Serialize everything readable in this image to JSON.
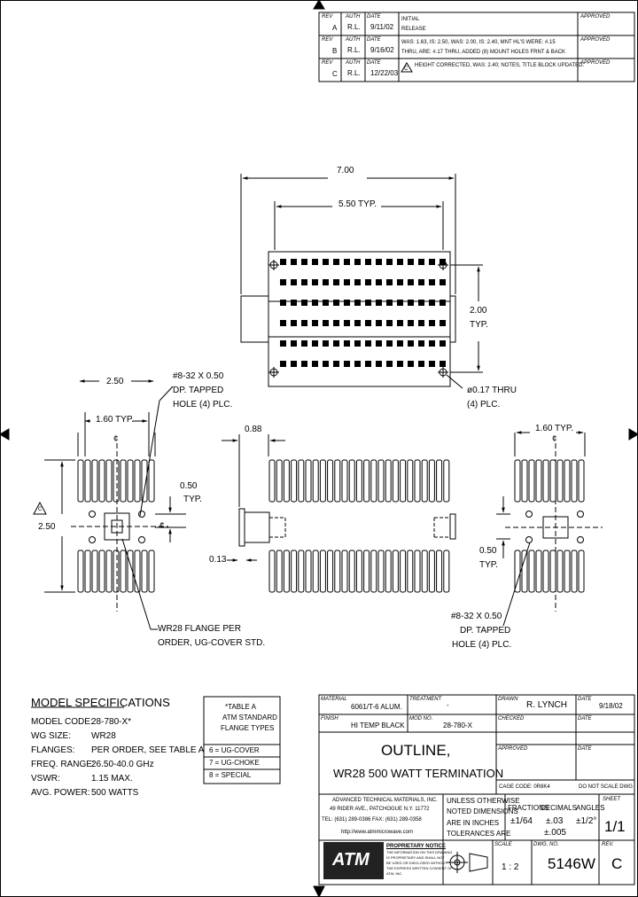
{
  "revisions": {
    "headers": {
      "rev": "REV",
      "auth": "AUTH",
      "date": "DATE",
      "approved": "APPROVED"
    },
    "rows": [
      {
        "rev": "A",
        "auth": "R.L.",
        "date": "9/11/02",
        "desc1": "INITIAL",
        "desc2": "RELEASE"
      },
      {
        "rev": "B",
        "auth": "R.L.",
        "date": "9/16/02",
        "desc1": "WAS: 1.63, IS: 2.50,  WAS: 2.00, IS: 2.40, MNT HL'S WERE: #.15",
        "desc2": "THRU,  ARE: #.17 THRU, ADDED (8) MOUNT HOLES FRNT & BACK"
      },
      {
        "rev": "C",
        "auth": "R.L.",
        "date": "12/22/03",
        "desc1": "HEIGHT CORRECTED, WAS: 2.40; NOTES, TITLE BLOCK UPDATED.",
        "desc2": ""
      }
    ],
    "rev_c_marker": "C"
  },
  "dimensions": {
    "top_overall": "7.00",
    "top_typ": "5.50  TYP.",
    "top_height": "2.00",
    "top_height_typ": "TYP.",
    "thru_hole_1": "ø0.17 THRU",
    "thru_hole_2": "(4) PLC.",
    "left_width": "2.50",
    "left_typ": "1.60  TYP.",
    "tap_1": "#8-32 X 0.50",
    "tap_2": "DP. TAPPED",
    "tap_3": "HOLE (4) PLC.",
    "left_half": "0.50",
    "left_half_typ": "TYP.",
    "left_height": "2.50",
    "height_marker": "C",
    "center_mark": "¢",
    "flange_1": "WR28 FLANGE PER",
    "flange_2": "ORDER, UG-COVER STD.",
    "side_offset": "0.88",
    "side_thick": "0.13",
    "right_typ": "1.60  TYP.",
    "right_half": "0.50",
    "right_half_typ": "TYP.",
    "rtap_1": "#8-32 X 0.50",
    "rtap_2": "DP. TAPPED",
    "rtap_3": "HOLE (4) PLC."
  },
  "model_specs": {
    "title": "MODEL SPECIFICATIONS",
    "rows": [
      {
        "label": "MODEL CODE:",
        "value": "28-780-X*"
      },
      {
        "label": "WG SIZE:",
        "value": "WR28"
      },
      {
        "label": "FLANGES:",
        "value": "PER ORDER, SEE TABLE A"
      },
      {
        "label": "FREQ. RANGE:",
        "value": "26.50-40.0 GHz"
      },
      {
        "label": "VSWR:",
        "value": "1.15 MAX."
      },
      {
        "label": "AVG. POWER:",
        "value": "500 WATTS"
      }
    ]
  },
  "table_a": {
    "title_1": "*TABLE A",
    "title_2": "ATM STANDARD",
    "title_3": "FLANGE TYPES",
    "rows": [
      "6 = UG-COVER",
      "7 = UG-CHOKE",
      "8 = SPECIAL"
    ]
  },
  "title_block": {
    "material_label": "MATERIAL",
    "material": "6061/T-6 ALUM.",
    "treatment_label": "TREATMENT",
    "treatment": "-",
    "finish_label": "FINISH",
    "finish": "HI TEMP BLACK",
    "mod_label": "MOD NO.",
    "mod": "28-780-X",
    "drawn_label": "DRAWN",
    "drawn": "R. LYNCH",
    "date_label": "DATE",
    "drawn_date": "9/18/02",
    "checked_label": "CHECKED",
    "checked_date_label": "DATE",
    "approved_label": "APPROVED",
    "approved_date_label": "DATE",
    "title_1": "OUTLINE,",
    "title_2": "WR28 500 WATT TERMINATION",
    "cage": "CAGE CODE: 0R8K4",
    "no_scale": "DO NOT SCALE DWG",
    "company_1": "ADVANCED TECHNICAL MATERIALS, INC.",
    "company_2": "49 RIDER AVE., PATCHOGUE N.Y. 11772",
    "company_3": "TEL: (631) 289-0386  FAX: (631) 289-0358",
    "company_4": "http://www.atmmicrowave.com",
    "tol_1": "UNLESS OTHERWISE",
    "tol_2": "NOTED DIMENSIONS",
    "tol_3": "ARE IN INCHES",
    "tol_4": "TOLERANCES ARE",
    "fractions_label": "FRACTIONS",
    "fractions": "±1/64",
    "decimals_label": "DECIMALS",
    "dec_1": "±.03",
    "dec_2": "±.005",
    "angles_label": "ANGLES",
    "angles": "±1/2°",
    "sheet_label": "SHEET",
    "sheet": "1/1",
    "logo": "ATM",
    "prop_title": "PROPRIETARY NOTICE",
    "prop_1": "THE INFORMATION ON THIS DRAWING",
    "prop_2": "IS PROPRIETARY AND SHALL NOT",
    "prop_3": "BE USED OR DISCLOSED WITHOUT",
    "prop_4": "THE EXPRESS WRITTEN CONSENT OF",
    "prop_5": "ATM, INC.",
    "scale_label": "SCALE",
    "scale": "1 : 2",
    "dwg_label": "DWG. NO.",
    "dwg": "5146W",
    "rev_label": "REV.",
    "rev": "C"
  }
}
